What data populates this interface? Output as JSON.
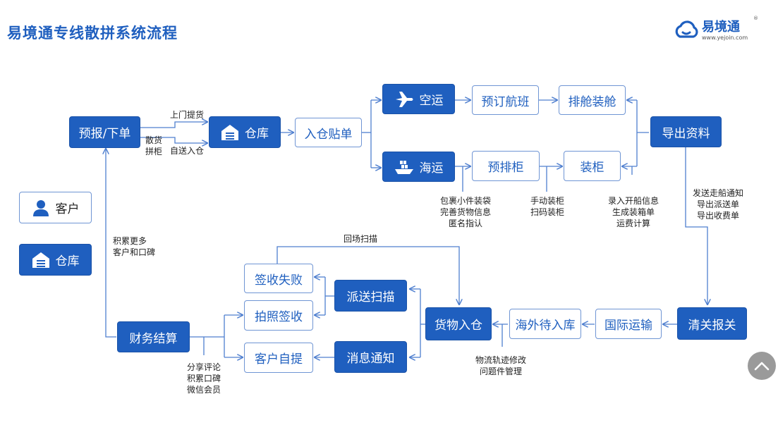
{
  "title": "易境通专线散拼系统流程",
  "logo": {
    "name": "易境通",
    "url": "www.yejoin.com",
    "reg": "®"
  },
  "legend": {
    "customer": "客户",
    "warehouse": "仓库"
  },
  "nodes": {
    "forecast": "预报/下单",
    "warehouse": "仓库",
    "stock_in_label": "入仓贴单",
    "air": "空运",
    "sea": "海运",
    "book_flight": "预订航班",
    "schedule_cabin": "排舱装舱",
    "pre_container": "预排柜",
    "container_load": "装柜",
    "export_docs": "导出资料",
    "customs": "清关报关",
    "intl_transport": "国际运输",
    "overseas_wait": "海外待入库",
    "goods_in": "货物入仓",
    "delivery_scan": "派送扫描",
    "message_notice": "消息通知",
    "sign_fail": "签收失败",
    "photo_sign": "拍照签收",
    "self_pickup": "客户自提",
    "finance": "财务结算"
  },
  "labels": {
    "door_pickup": "上门提货",
    "self_delivery": "自送入仓",
    "loose_cargo": [
      "散货",
      "拼柜"
    ],
    "sea_notes": [
      "包裹小件装袋",
      "完善货物信息",
      "匿名指认"
    ],
    "manual_notes": [
      "手动装柜",
      "扫码装柜"
    ],
    "entry_notes": [
      "录入开船信息",
      "生成装箱单",
      "运费计算"
    ],
    "ship_notes": [
      "发送走船通知",
      "导出派送单",
      "导出收费单"
    ],
    "return_scan": "回场扫描",
    "accumulate": [
      "积累更多",
      "客户和口碑"
    ],
    "tracking_notes": [
      "物流轨迹修改",
      "问题件管理"
    ],
    "review_notes": [
      "分享评论",
      "积累口碑",
      "微信会员"
    ]
  },
  "colors": {
    "primary": "#1f5fbf",
    "outline": "#6f95d4",
    "line": "#4f7fcf",
    "title": "#1f5fbf"
  },
  "icons": [
    "plane-icon",
    "ship-icon",
    "warehouse-icon",
    "person-icon",
    "cloud-logo-icon",
    "chevron-up-icon"
  ]
}
